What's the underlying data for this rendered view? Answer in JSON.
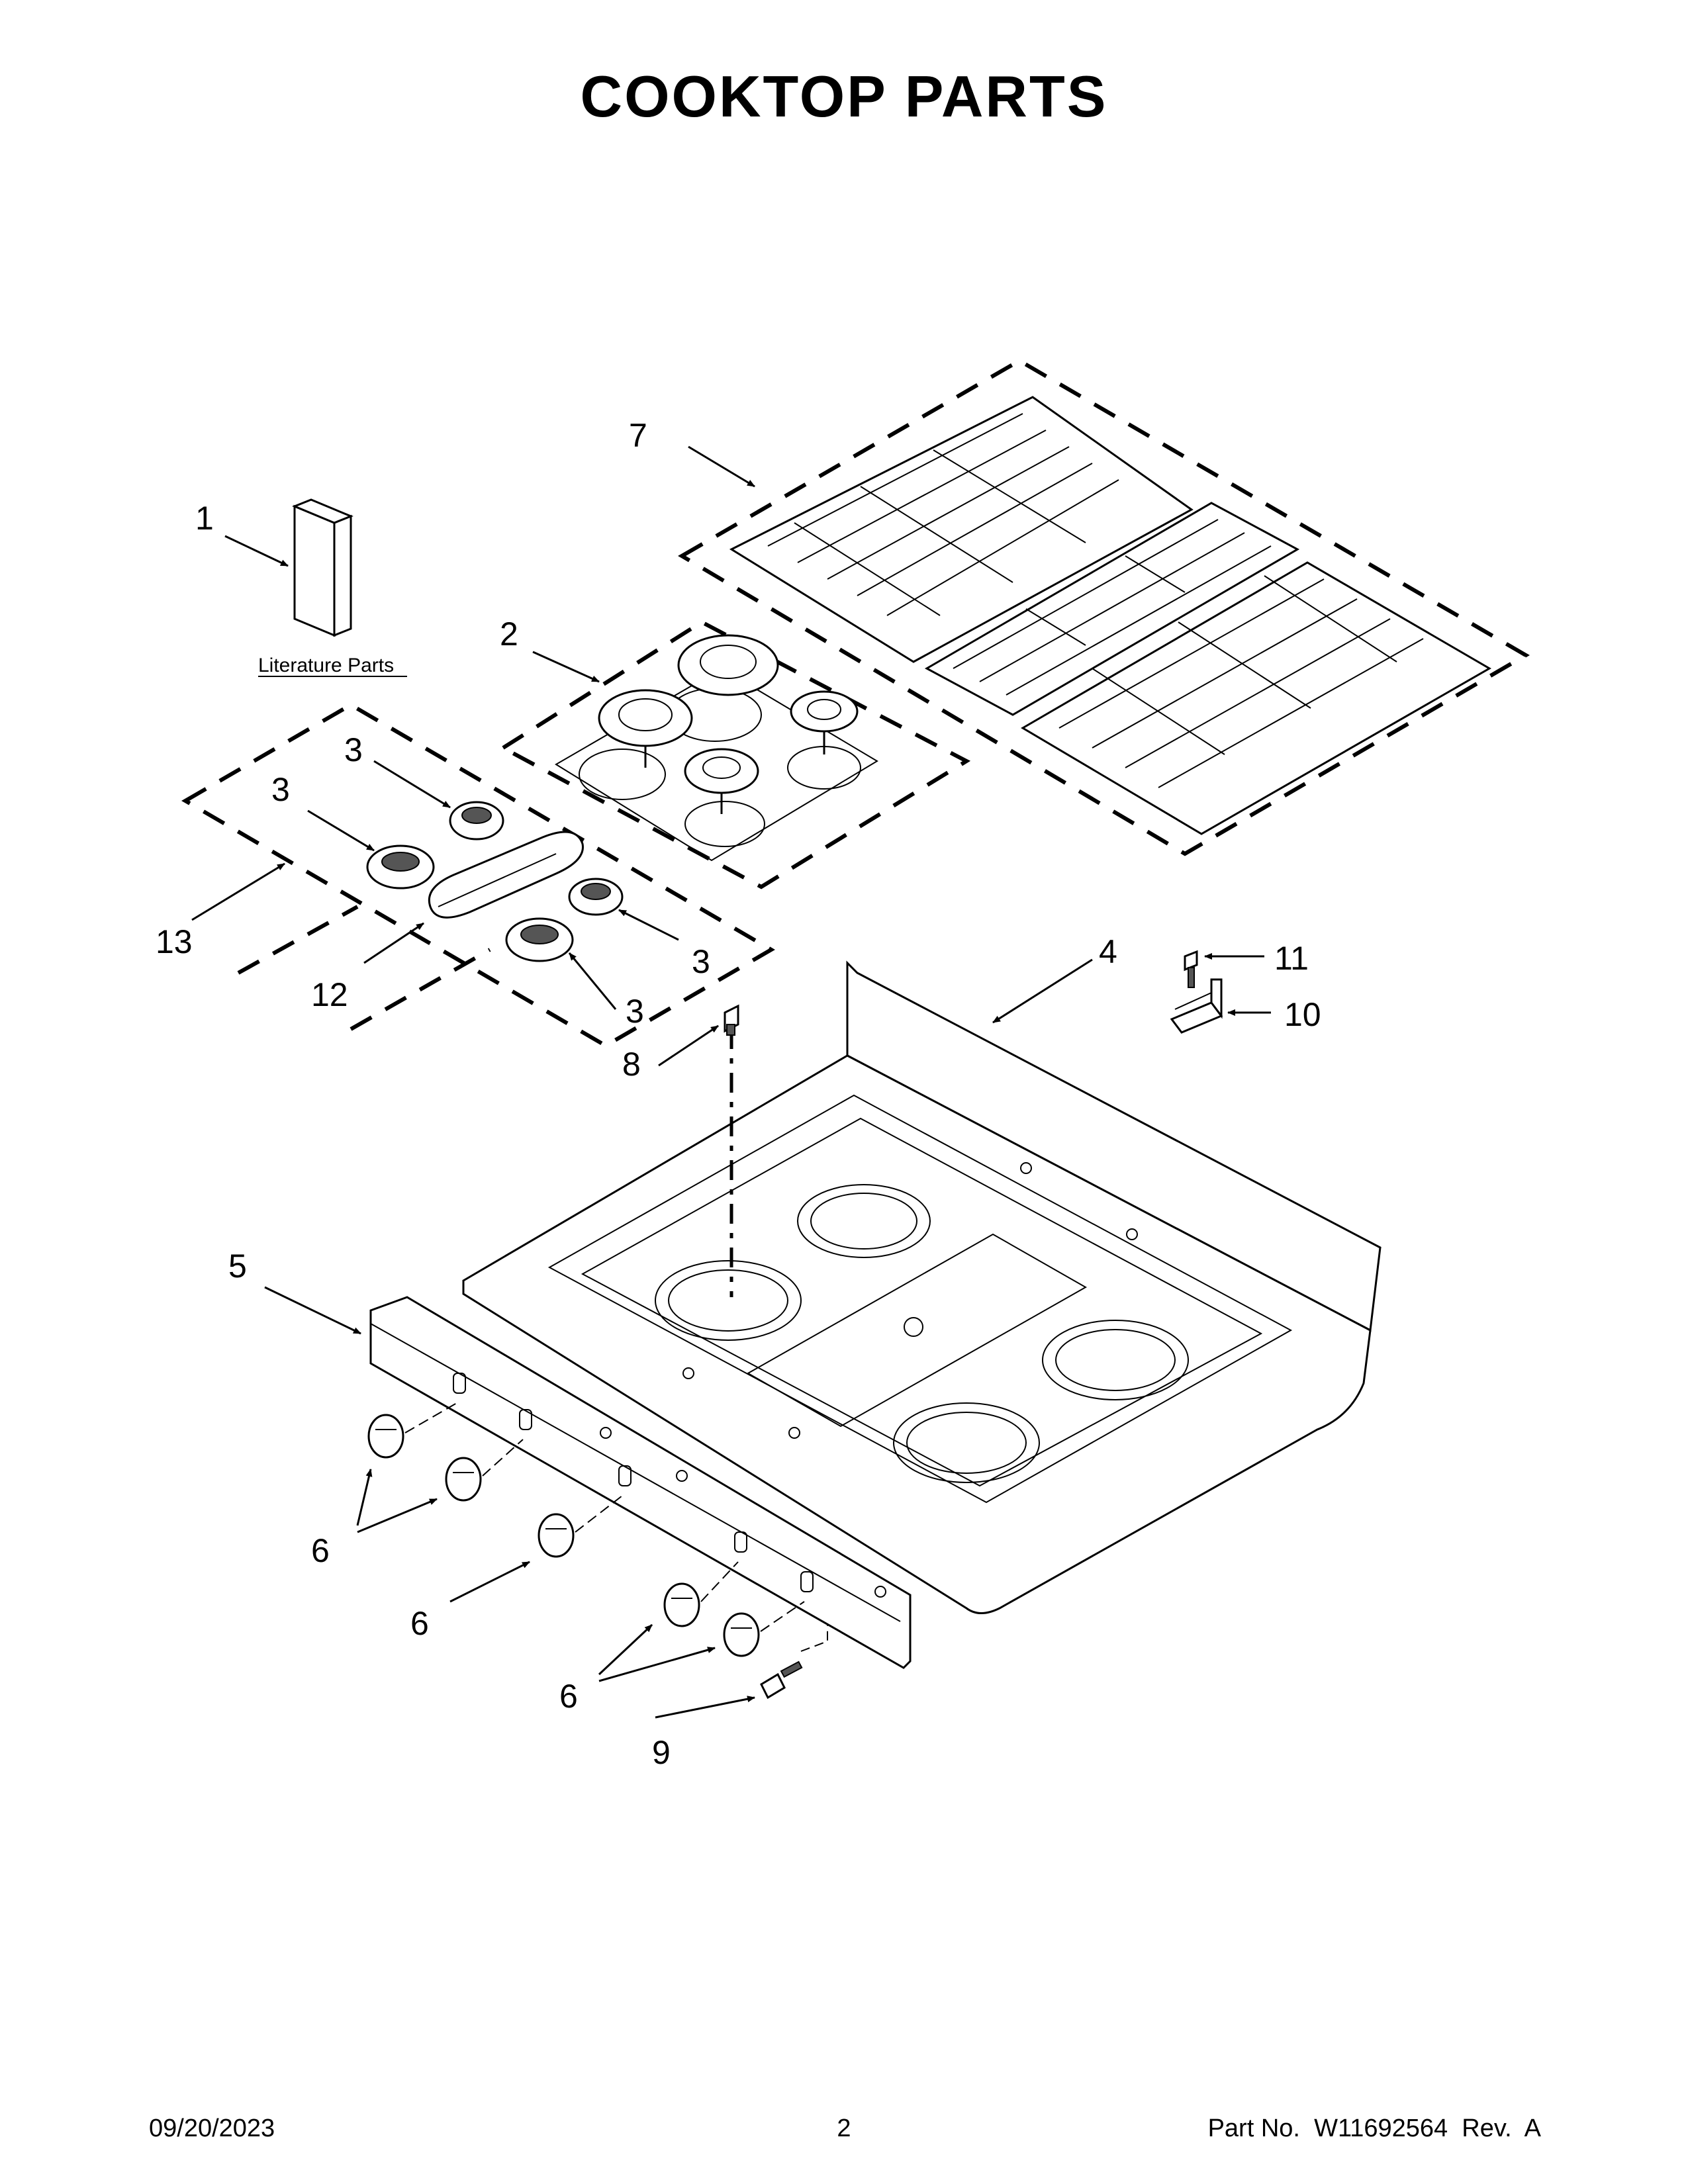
{
  "title": "COOKTOP PARTS",
  "literature_label": "Literature Parts",
  "callouts": {
    "c1": "1",
    "c2": "2",
    "c3a": "3",
    "c3b": "3",
    "c3c": "3",
    "c3d": "3",
    "c4": "4",
    "c5": "5",
    "c6a": "6",
    "c6b": "6",
    "c6c": "6",
    "c7": "7",
    "c8": "8",
    "c9": "9",
    "c10": "10",
    "c11": "11",
    "c12": "12",
    "c13": "13"
  },
  "footer": {
    "date": "09/20/2023",
    "page": "2",
    "part": "Part No.  W11692564  Rev.  A"
  }
}
